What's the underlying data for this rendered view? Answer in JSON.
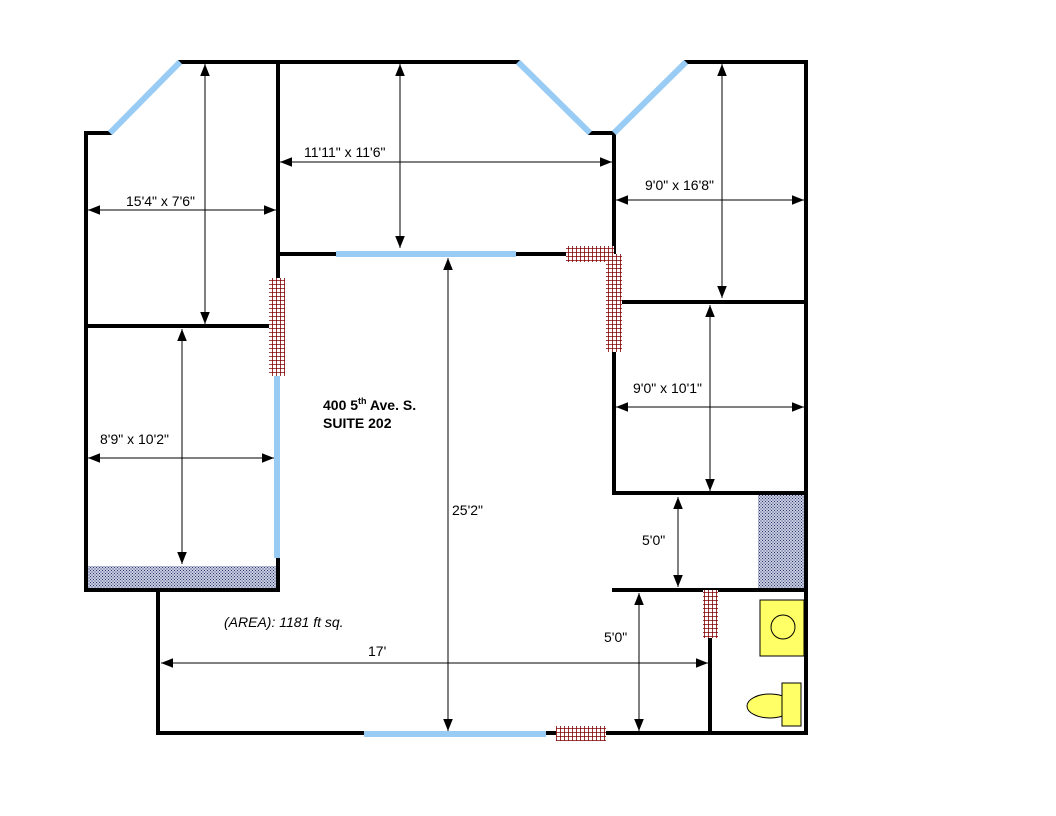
{
  "plan": {
    "address_prefix": "400 5",
    "address_sup": "th",
    "address_suffix": " Ave. S.",
    "suite": "SUITE 202",
    "area": "(AREA): 1181 ft sq."
  },
  "rooms": [
    {
      "label": "15'4\" x 7'6\""
    },
    {
      "label": "11'11\" x 11'6\""
    },
    {
      "label": "9'0\" x 16'8\""
    },
    {
      "label": "8'9\" x 10'2\""
    },
    {
      "label": "9'0\" x 10'1\""
    }
  ],
  "dimensions": {
    "closet_height": "5'0\"",
    "bath_height": "5'0\"",
    "main_length": "25'2\"",
    "main_width": "17'"
  },
  "colors": {
    "wall": "#000000",
    "window": "#99ccf5",
    "door": "#800000",
    "closet": "#6677aa",
    "fixture": "#ffff66"
  }
}
